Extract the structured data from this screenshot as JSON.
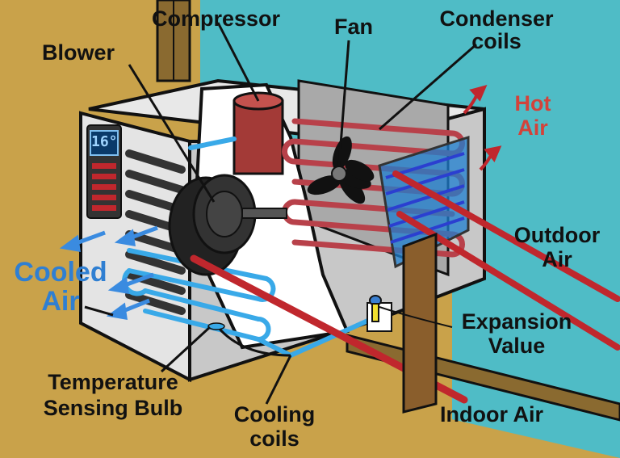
{
  "colors": {
    "wall_outside": "#4fbcc6",
    "wall_inside": "#c9a24a",
    "hot": "#c0272d",
    "cold": "#39a9e8",
    "cooled_text": "#2f7fd2",
    "hot_text": "#d3423a"
  },
  "display": {
    "temperature": "16°"
  },
  "labels": {
    "compressor": "Compressor",
    "fan": "Fan",
    "condenser_line1": "Condenser",
    "condenser_line2": "coils",
    "blower": "Blower",
    "hot_air_line1": "Hot",
    "hot_air_line2": "Air",
    "outdoor_air_line1": "Outdoor",
    "outdoor_air_line2": "Air",
    "cooled_air_line1": "Cooled",
    "cooled_air_line2": "Air",
    "expansion_line1": "Expansion",
    "expansion_line2": "Value",
    "temp_bulb_line1": "Temperature",
    "temp_bulb_line2": "Sensing Bulb",
    "cooling_coils_line1": "Cooling",
    "cooling_coils_line2": "coils",
    "indoor_air": "Indoor Air"
  }
}
